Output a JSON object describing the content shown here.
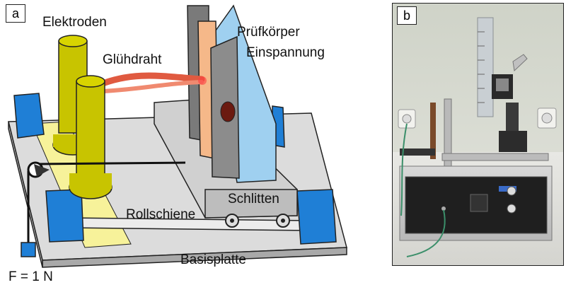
{
  "panel_a": {
    "tag": "a",
    "labels": {
      "elektroden": "Elektroden",
      "gluehdraht": "Glühdraht",
      "pruefkoerper": "Prüfkörper",
      "einspannung": "Einspannung",
      "schlitten": "Schlitten",
      "rollschiene": "Rollschiene",
      "basisplatte": "Basisplatte",
      "force": "F = 1 N"
    }
  },
  "panel_b": {
    "tag": "b"
  },
  "colors": {
    "electrode": "#c8c400",
    "blue_block": "#1f7fd6",
    "clamp_blue": "#9fd0f0",
    "specimen": "#f5b889",
    "wire": "#e05a40",
    "base": "#d9d9d9",
    "rail_yellow": "#f7f29a"
  }
}
